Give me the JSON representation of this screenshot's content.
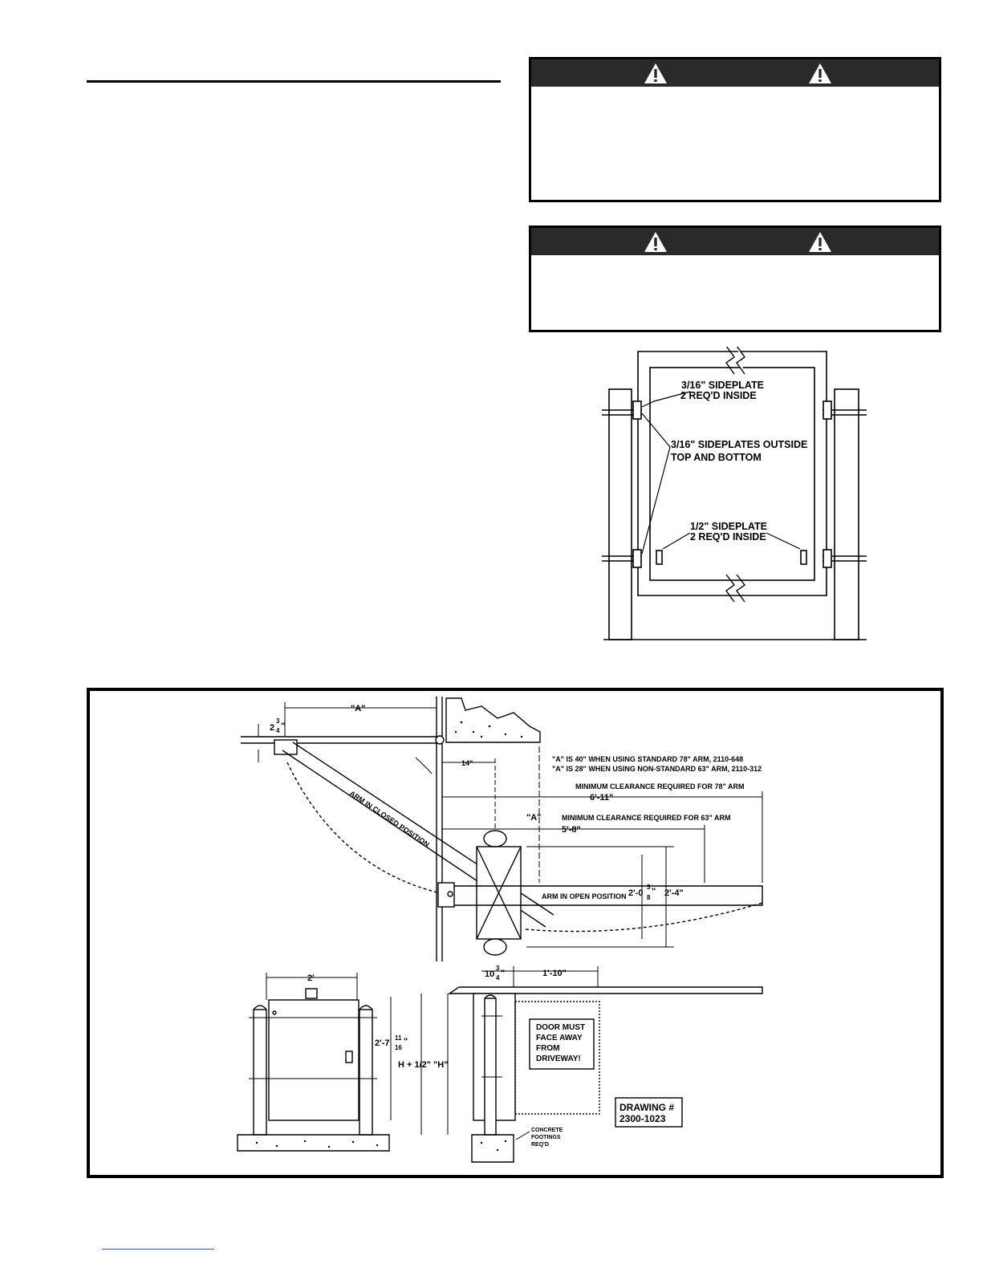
{
  "post_detail": {
    "sideplate_inside_1": "3/16\" SIDEPLATE",
    "sideplate_inside_2": "2 REQ'D INSIDE",
    "sideplates_outside_1": "3/16\" SIDEPLATES OUTSIDE",
    "sideplates_outside_2": "TOP AND BOTTOM",
    "half_sideplate_1": "1/2\" SIDEPLATE",
    "half_sideplate_2": "2 REQ'D INSIDE"
  },
  "arm_plan": {
    "dim_a_top": "\"A\"",
    "dim_2_3_4_whole": "2",
    "dim_2_3_4_num": "3",
    "dim_2_3_4_den": "4",
    "dim_2_3_4_unit": "\"",
    "dim_14": "14\"",
    "note_a40": "\"A\" IS 40\" WHEN USING STANDARD 78\" ARM, 2110-648",
    "note_a28": "\"A\" IS 28\" WHEN USING NON-STANDARD 63\" ARM, 2110-312",
    "min_clear_78": "MINIMUM CLEARANCE REQUIRED FOR 78\" ARM",
    "dim_6_11": "6'-11\"",
    "dim_a_mid": "\"A\"",
    "min_clear_63": "MINIMUM CLEARANCE REQUIRED FOR 63\" ARM",
    "dim_5_8": "5'-8\"",
    "arm_closed": "ARM IN CLOSED POSITION",
    "arm_open": "ARM IN OPEN POSITION",
    "dim_2_0_whole": "2'-0",
    "dim_2_0_num": "3",
    "dim_2_0_den": "8",
    "dim_2_0_unit": "\"",
    "dim_2_4": "2'-4\""
  },
  "elevation": {
    "dim_2ft": "2'",
    "dim_h_whole": "2'-7",
    "dim_h_num": "11",
    "dim_h_den": "16",
    "dim_h_unit": "\"",
    "dim_h_half": "H + 1/2\" \"H\"",
    "dim_10_whole": "10",
    "dim_10_num": "3",
    "dim_10_den": "4",
    "dim_10_unit": "\"",
    "dim_1_10": "1'-10\"",
    "door_note": [
      "DOOR MUST",
      "FACE AWAY",
      "FROM",
      "DRIVEWAY!"
    ],
    "drawing_label": "DRAWING #",
    "drawing_number": "2300-1023",
    "footing_note": [
      "CONCRETE",
      "FOOTINGS",
      "REQ'D"
    ]
  }
}
